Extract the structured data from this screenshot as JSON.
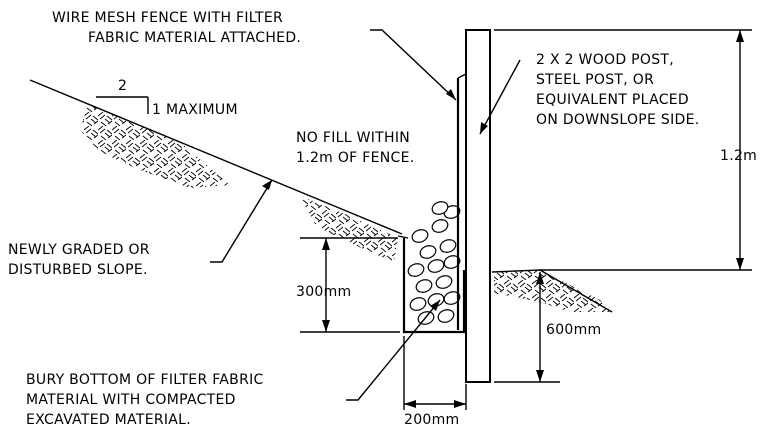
{
  "labels": {
    "fence_line1": "WIRE MESH FENCE WITH FILTER",
    "fence_line2": "FABRIC MATERIAL ATTACHED.",
    "post_line1": "2 X 2 WOOD POST,",
    "post_line2": "STEEL POST, OR",
    "post_line3": "EQUIVALENT PLACED",
    "post_line4": "ON DOWNSLOPE SIDE.",
    "slope_run": "2",
    "slope_rise": "1 MAXIMUM",
    "nofill_line1": "NO FILL WITHIN",
    "nofill_line2": "1.2m OF FENCE.",
    "graded_line1": "NEWLY GRADED OR",
    "graded_line2": "DISTURBED SLOPE.",
    "dim_300": "300mm",
    "dim_600": "600mm",
    "dim_1_2": "1.2m",
    "dim_200": "200mm",
    "bury_line1": "BURY BOTTOM OF FILTER FABRIC",
    "bury_line2": "MATERIAL WITH  COMPACTED",
    "bury_line3": "EXCAVATED MATERIAL."
  },
  "colors": {
    "ink": "#000000",
    "background": "#ffffff"
  }
}
